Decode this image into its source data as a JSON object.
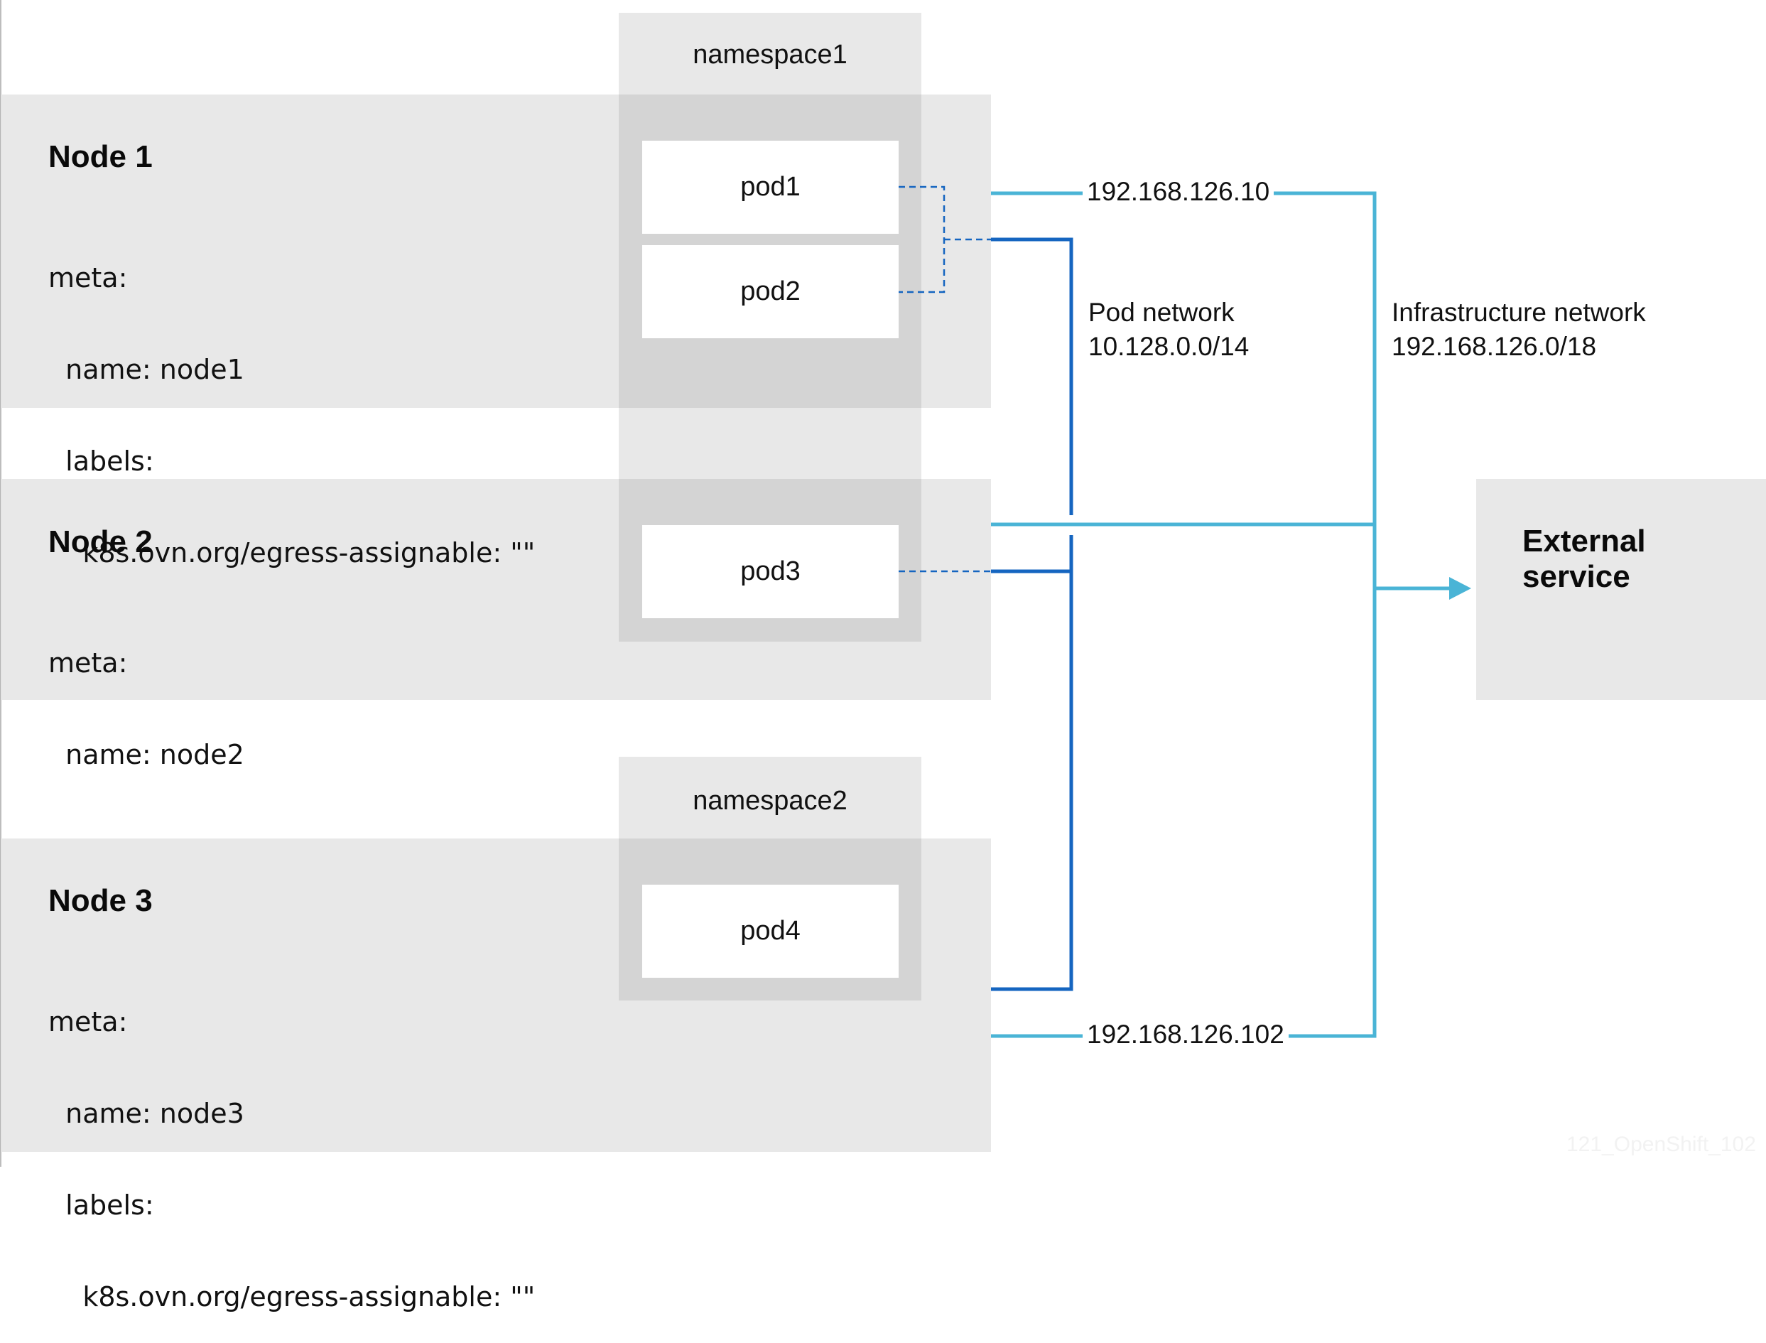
{
  "namespaces": [
    {
      "label": "namespace1"
    },
    {
      "label": "namespace2"
    }
  ],
  "nodes": [
    {
      "title": "Node 1",
      "meta_lines": [
        "meta:",
        "  name: node1",
        "  labels:",
        "    k8s.ovn.org/egress-assignable: \"\""
      ]
    },
    {
      "title": "Node 2",
      "meta_lines": [
        "meta:",
        "  name: node2"
      ]
    },
    {
      "title": "Node 3",
      "meta_lines": [
        "meta:",
        "  name: node3",
        "  labels:",
        "    k8s.ovn.org/egress-assignable: \"\""
      ]
    }
  ],
  "pods": [
    "pod1",
    "pod2",
    "pod3",
    "pod4"
  ],
  "networks": {
    "pod": {
      "name": "Pod network",
      "cidr": "10.128.0.0/14",
      "color": "#1565c0"
    },
    "infrastructure": {
      "name": "Infrastructure network",
      "cidr": "192.168.126.0/18",
      "color": "#4ab4d6"
    }
  },
  "egress_ips": [
    "192.168.126.10",
    "192.168.126.102"
  ],
  "external": {
    "lines": [
      "External",
      "service"
    ]
  },
  "watermark": "121_OpenShift_102"
}
